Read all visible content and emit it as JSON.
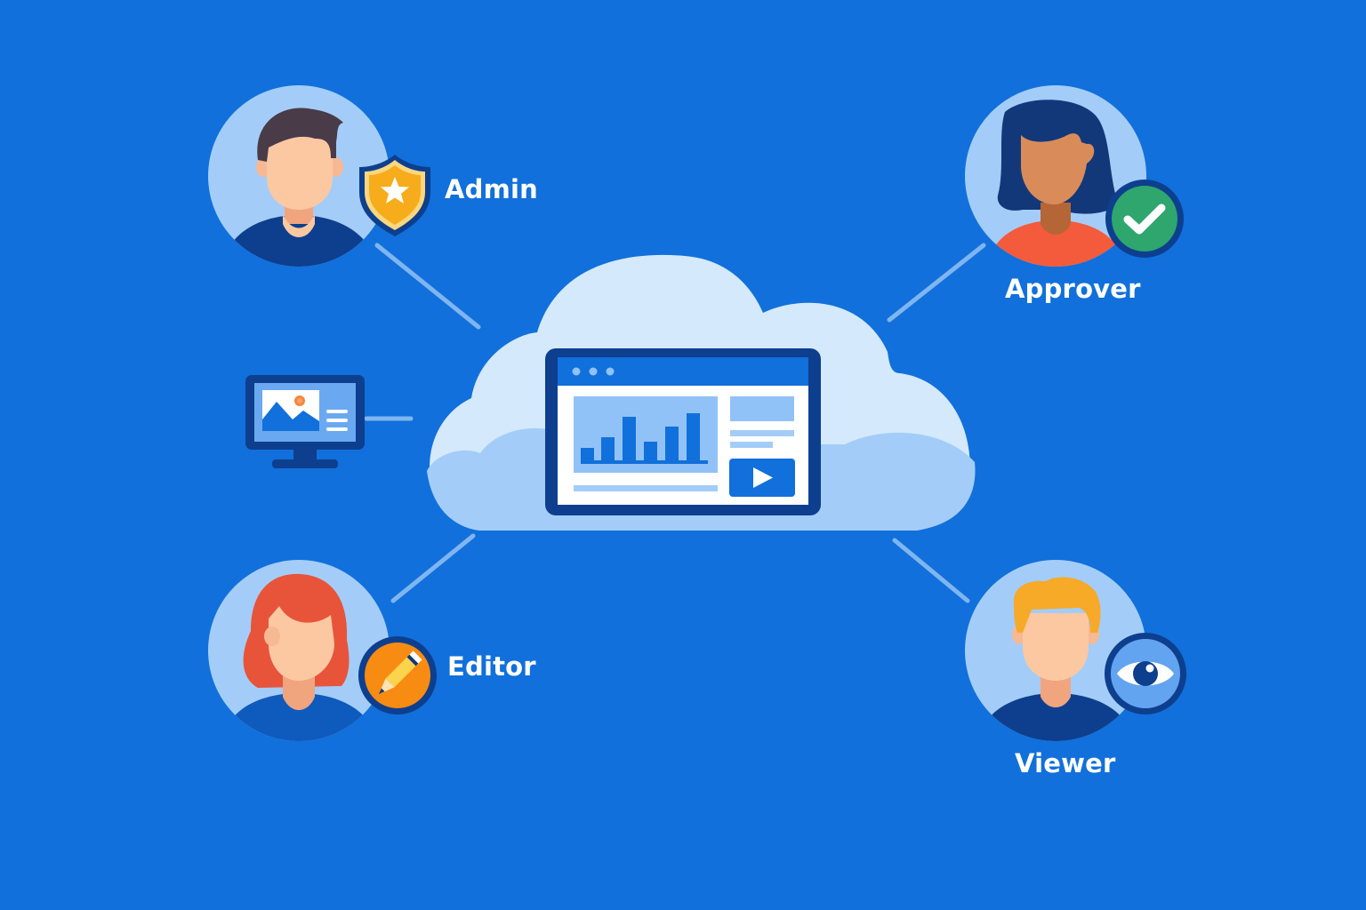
{
  "background_color": "#1170db",
  "center": {
    "name": "cloud-app",
    "cloud_colors": {
      "top": "#d4e9fc",
      "bottom": "#a3cdf8"
    },
    "window": {
      "frame_color": "#0d3f8e",
      "titlebar_color": "#1170db",
      "dots": 3,
      "chart_bars": [
        20,
        42,
        78,
        32,
        60,
        84
      ],
      "play_button": true
    }
  },
  "roles": [
    {
      "id": "admin",
      "label": "Admin",
      "badge": "shield-star",
      "badge_color": "#f7ac1c"
    },
    {
      "id": "approver",
      "label": "Approver",
      "badge": "check",
      "badge_color": "#2ea66e"
    },
    {
      "id": "editor",
      "label": "Editor",
      "badge": "pencil",
      "badge_color": "#f88b12"
    },
    {
      "id": "viewer",
      "label": "Viewer",
      "badge": "eye",
      "badge_color": "#62a4ef"
    }
  ],
  "side_device": {
    "type": "monitor",
    "content": "image-and-text"
  }
}
